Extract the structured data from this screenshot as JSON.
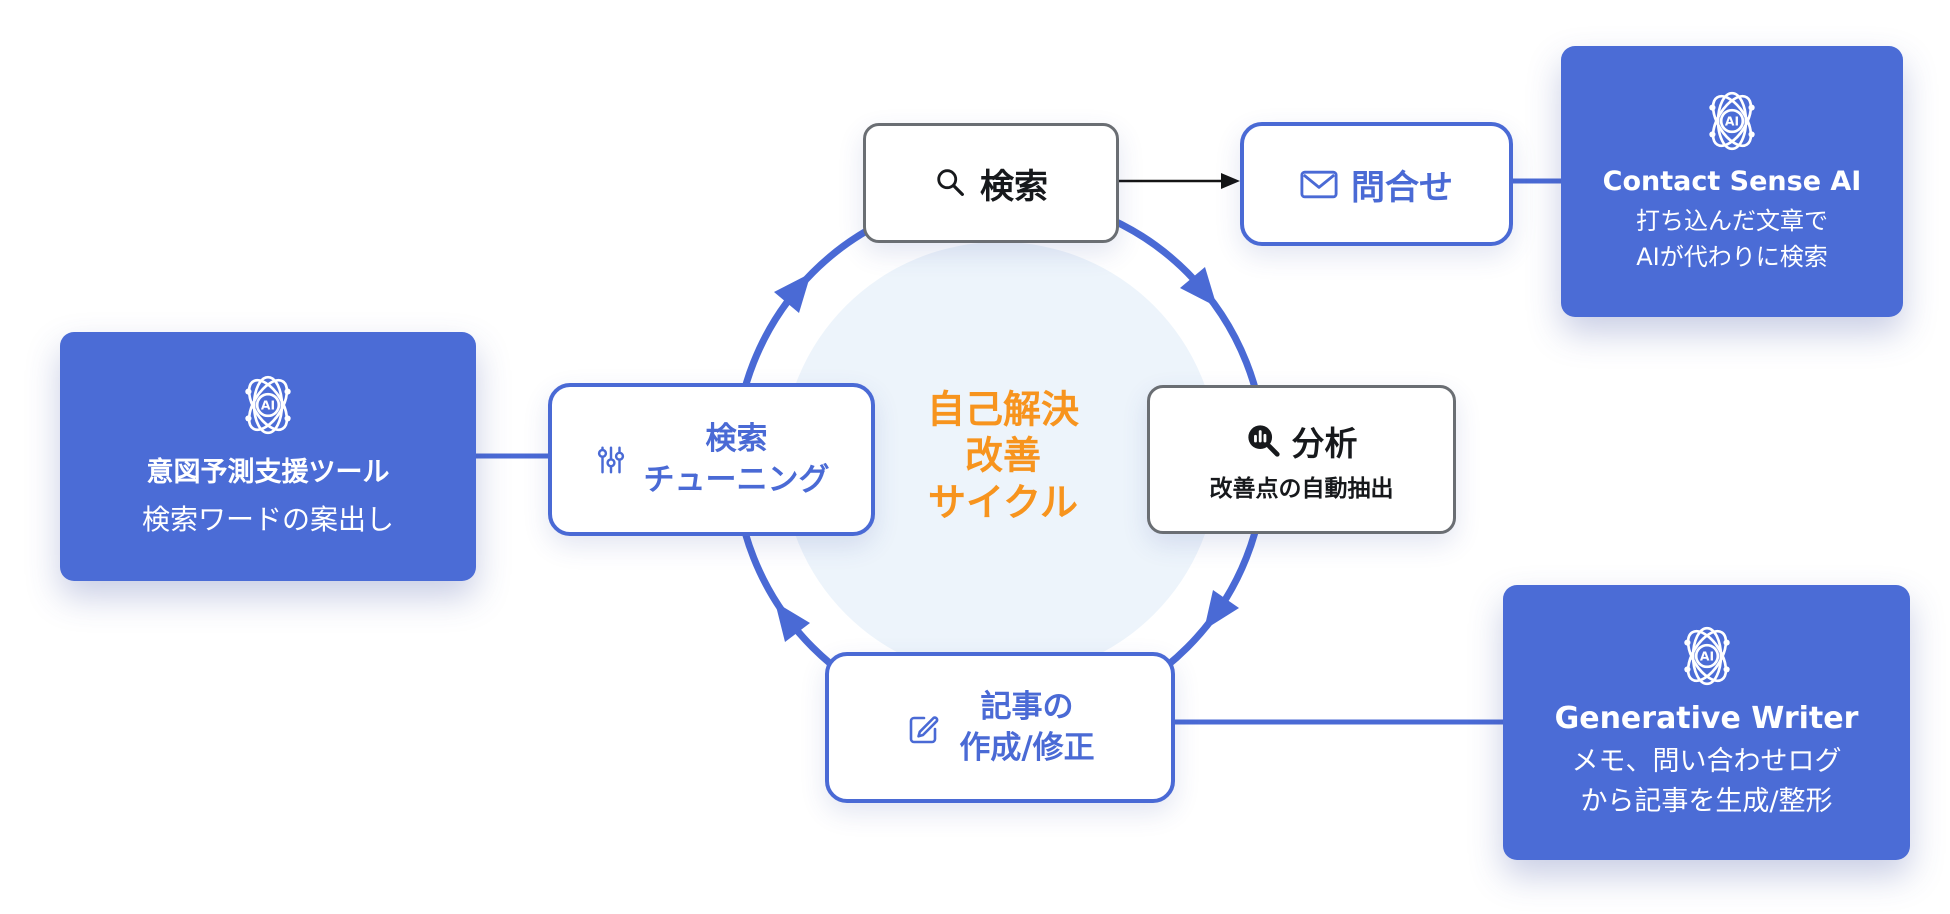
{
  "colors": {
    "accent_blue": "#4a6ad5",
    "card_blue": "#4b6cd6",
    "orange": "#f7941e",
    "ring_inner_fill": "#edf4fb",
    "gray_border": "#6a6e73",
    "text_black": "#17191c"
  },
  "center": {
    "lines": [
      "自己解決",
      "改善",
      "サイクル"
    ]
  },
  "nodes": {
    "search": {
      "label": "検索"
    },
    "inquiry": {
      "label": "問合せ"
    },
    "analysis": {
      "label": "分析",
      "sub": "改善点の自動抽出"
    },
    "tuning": {
      "lines": [
        "検索",
        "チューニング"
      ]
    },
    "article": {
      "lines": [
        "記事の",
        "作成/修正"
      ]
    }
  },
  "cards": {
    "ai_badge": "AI",
    "contact": {
      "title": "Contact Sense AI",
      "lines": [
        "打ち込んだ文章で",
        "AIが代わりに検索"
      ]
    },
    "intent": {
      "title": "意図予測支援ツール",
      "lines": [
        "検索ワードの案出し"
      ]
    },
    "writer": {
      "title": "Generative Writer",
      "lines": [
        "メモ、問い合わせログ",
        "から記事を生成/整形"
      ]
    }
  }
}
